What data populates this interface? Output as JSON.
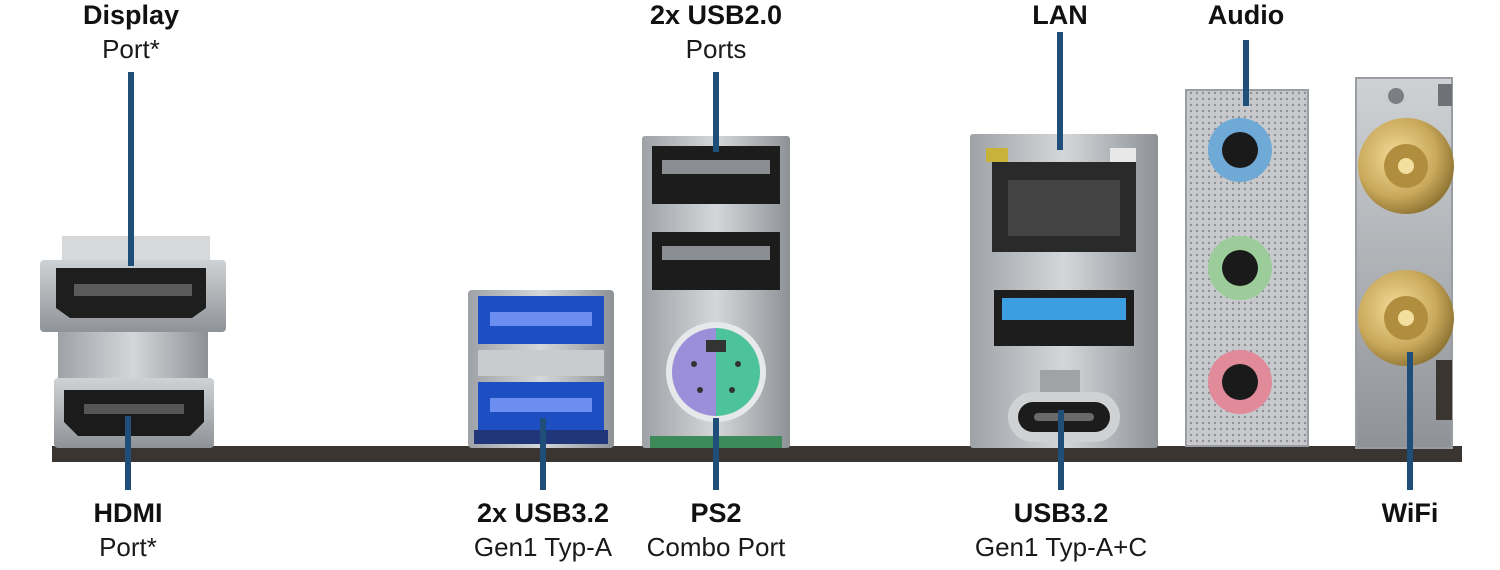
{
  "labels": {
    "displayport": {
      "title": "Display",
      "sub": "Port*"
    },
    "usb20": {
      "title": "2x USB2.0",
      "sub": "Ports"
    },
    "lan": {
      "title": "LAN",
      "sub": ""
    },
    "audio": {
      "title": "Audio",
      "sub": ""
    },
    "hdmi": {
      "title": "HDMI",
      "sub": "Port*"
    },
    "usb32a": {
      "title": "2x USB3.2",
      "sub": "Gen1 Typ-A"
    },
    "ps2": {
      "title": "PS2",
      "sub": "Combo Port"
    },
    "usb32ac": {
      "title": "USB3.2",
      "sub": "Gen1 Typ-A+C"
    },
    "wifi": {
      "title": "WiFi",
      "sub": ""
    }
  },
  "colors": {
    "leader": "#1f4e79",
    "board": "#3a3530",
    "steel": "#b9bcbf",
    "usb3_blue": "#1e4fc2",
    "usb3_light_blue": "#3a9ee0",
    "audio_blue": "#6fa9d6",
    "audio_green": "#9ccc9a",
    "audio_pink": "#e08a9a",
    "antenna_gold": "#c9a85a",
    "ps2_purple": "#9a8fd8",
    "ps2_green": "#4cc39a"
  }
}
